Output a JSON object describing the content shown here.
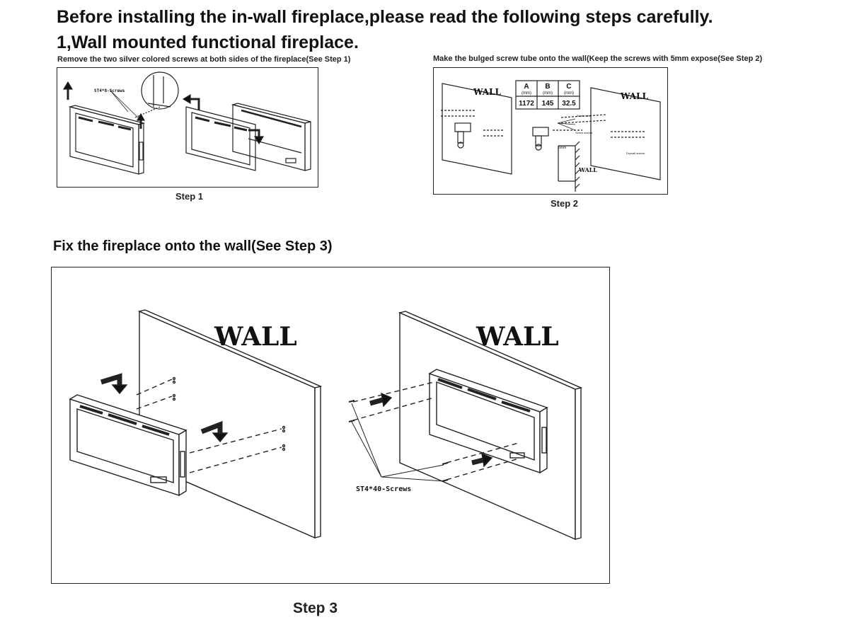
{
  "heading": "Before installing the in-wall fireplace,please read the following steps carefully.",
  "subheading": "1,Wall mounted functional fireplace.",
  "step1": {
    "instruction": "Remove the two silver colored screws at both sides of the fireplace(See Step 1)",
    "screw_label": "ST4*8-Screws",
    "label": "Step 1"
  },
  "step2": {
    "instruction": "Make the bulged screw tube onto the wall(Keep the screws with 5mm expose(See Step 2)",
    "wall_left": "WALL",
    "wall_right": "WALL",
    "wall_small": "WALL",
    "table_headers": [
      "A",
      "B",
      "C"
    ],
    "table_units": [
      "(mm)",
      "(mm)",
      "(mm)"
    ],
    "table_values": [
      "1172",
      "145",
      "32.5"
    ],
    "dim_label": "5mm",
    "callout_a": "Screw tube",
    "callout_b": "Screw anchor",
    "callout_c": "Drywall anchor",
    "label": "Step 2"
  },
  "section_title": "Fix the fireplace onto the wall(See Step 3)",
  "step3": {
    "wall_left": "WALL",
    "wall_right": "WALL",
    "screw_label": "ST4*40-Screws",
    "label": "Step 3"
  },
  "colors": {
    "ink": "#111111",
    "line": "#222222",
    "background": "#ffffff"
  },
  "icons": [
    "arrow-up-icon",
    "bent-arrow-icon",
    "drill-icon",
    "screw-icon"
  ]
}
